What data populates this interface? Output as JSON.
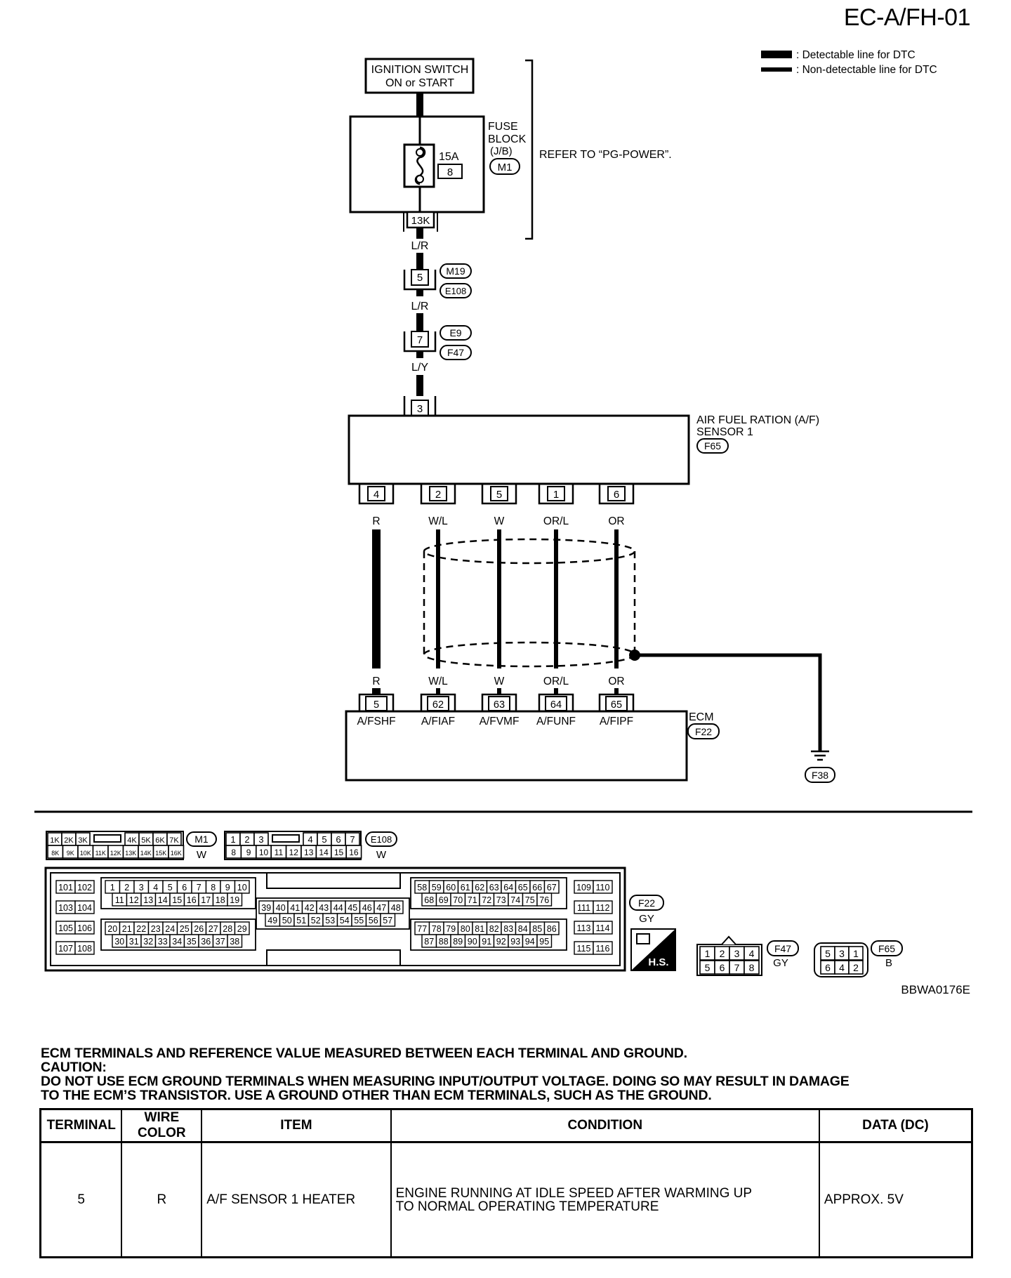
{
  "page_code": "EC-A/FH-01",
  "legend": {
    "detectable": ": Detectable line for DTC",
    "non_detectable": ": Non-detectable line for DTC"
  },
  "diagram": {
    "ignition": [
      "IGNITION SWITCH",
      "ON or START"
    ],
    "fuse_block": [
      "FUSE",
      "BLOCK",
      "(J/B)"
    ],
    "fuse_block_code": "M1",
    "fuse_rating": "15A",
    "fuse_number": "8",
    "fuse_terminal": "13K",
    "refer_text": "REFER TO “PG-POWER”.",
    "wire_lr_1": "L/R",
    "joint1_pin": "5",
    "joint1_codes": [
      "M19",
      "E108"
    ],
    "wire_lr_2": "L/R",
    "joint2_pin": "7",
    "joint2_codes": [
      "E9",
      "F47"
    ],
    "wire_ly": "L/Y",
    "sensor_pin_top": "3",
    "sensor_name": [
      "AIR FUEL RATION (A/F)",
      "SENSOR 1"
    ],
    "sensor_code": "F65",
    "sensor_pins": [
      "4",
      "2",
      "5",
      "1",
      "6"
    ],
    "wire_colors": [
      "R",
      "W/L",
      "W",
      "OR/L",
      "OR"
    ],
    "ecm_pins": [
      "5",
      "62",
      "63",
      "64",
      "65"
    ],
    "ecm_signals": [
      "A/FSHF",
      "A/FIAF",
      "A/FVMF",
      "A/FUNF",
      "A/FIPF"
    ],
    "ecm_name": "ECM",
    "ecm_code": "F22",
    "ground_code": "F38"
  },
  "connectors": {
    "m1_top": [
      "1K",
      "2K",
      "3K",
      "4K",
      "5K",
      "6K",
      "7K"
    ],
    "m1_bottom": [
      "8K",
      "9K",
      "10K",
      "11K",
      "12K",
      "13K",
      "14K",
      "15K",
      "16K"
    ],
    "m1_code": "M1",
    "m1_color": "W",
    "e108_top": [
      "1",
      "2",
      "3",
      "4",
      "5",
      "6",
      "7"
    ],
    "e108_bottom": [
      "8",
      "9",
      "10",
      "11",
      "12",
      "13",
      "14",
      "15",
      "16"
    ],
    "e108_code": "E108",
    "e108_color": "W",
    "ecm_code": "F22",
    "ecm_color": "GY",
    "hs_label": "H.S.",
    "f47_pins": [
      "1",
      "2",
      "3",
      "4",
      "5",
      "6",
      "7",
      "8"
    ],
    "f47_code": "F47",
    "f47_color": "GY",
    "f65_pins": [
      "5",
      "3",
      "1",
      "6",
      "4",
      "2"
    ],
    "f65_code": "F65",
    "f65_color": "B"
  },
  "figure_id": "BBWA0176E",
  "notes": {
    "line1": "ECM TERMINALS AND REFERENCE VALUE MEASURED BETWEEN EACH TERMINAL AND GROUND.",
    "line2": "CAUTION:",
    "line3": "DO NOT USE ECM GROUND TERMINALS WHEN MEASURING INPUT/OUTPUT VOLTAGE. DOING SO MAY RESULT IN DAMAGE",
    "line4": "TO THE ECM’S TRANSISTOR. USE A GROUND OTHER THAN ECM TERMINALS, SUCH AS THE GROUND."
  },
  "table": {
    "headers": [
      "TERMINAL",
      "WIRE COLOR",
      "ITEM",
      "CONDITION",
      "DATA (DC)"
    ],
    "rows": [
      {
        "terminal": "5",
        "wire_color": "R",
        "item": "A/F SENSOR 1 HEATER",
        "condition_l1": "ENGINE RUNNING AT IDLE SPEED AFTER WARMING UP",
        "condition_l2": "TO NORMAL OPERATING TEMPERATURE",
        "data": "APPROX. 5V"
      }
    ]
  }
}
